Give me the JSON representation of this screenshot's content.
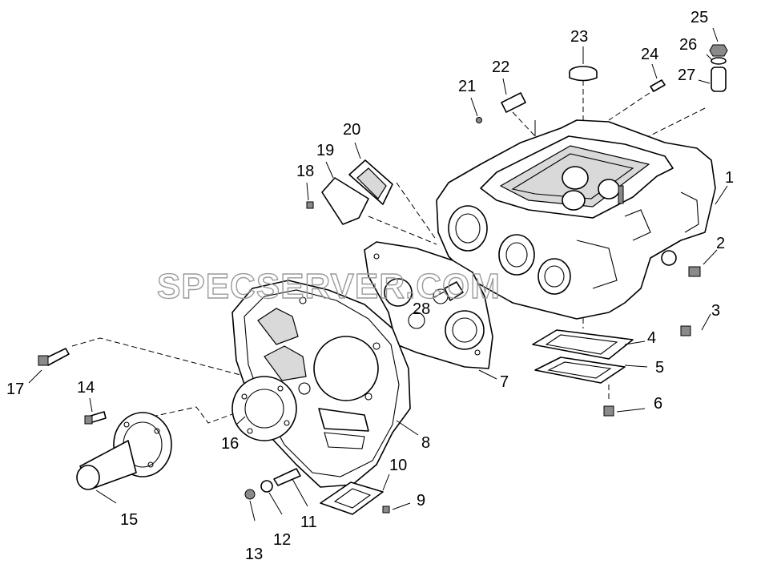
{
  "watermark": "SPECSERVER.COM",
  "callouts": [
    {
      "id": "1",
      "label": "1"
    },
    {
      "id": "2",
      "label": "2"
    },
    {
      "id": "3",
      "label": "3"
    },
    {
      "id": "4",
      "label": "4"
    },
    {
      "id": "5",
      "label": "5"
    },
    {
      "id": "6",
      "label": "6"
    },
    {
      "id": "7",
      "label": "7"
    },
    {
      "id": "8",
      "label": "8"
    },
    {
      "id": "9",
      "label": "9"
    },
    {
      "id": "10",
      "label": "10"
    },
    {
      "id": "11",
      "label": "11"
    },
    {
      "id": "12",
      "label": "12"
    },
    {
      "id": "13",
      "label": "13"
    },
    {
      "id": "14",
      "label": "14"
    },
    {
      "id": "15",
      "label": "15"
    },
    {
      "id": "16",
      "label": "16"
    },
    {
      "id": "17",
      "label": "17"
    },
    {
      "id": "18",
      "label": "18"
    },
    {
      "id": "19",
      "label": "19"
    },
    {
      "id": "20",
      "label": "20"
    },
    {
      "id": "21",
      "label": "21"
    },
    {
      "id": "22",
      "label": "22"
    },
    {
      "id": "23",
      "label": "23"
    },
    {
      "id": "24",
      "label": "24"
    },
    {
      "id": "25",
      "label": "25"
    },
    {
      "id": "26",
      "label": "26"
    },
    {
      "id": "27",
      "label": "27"
    },
    {
      "id": "28",
      "label": "28"
    }
  ]
}
